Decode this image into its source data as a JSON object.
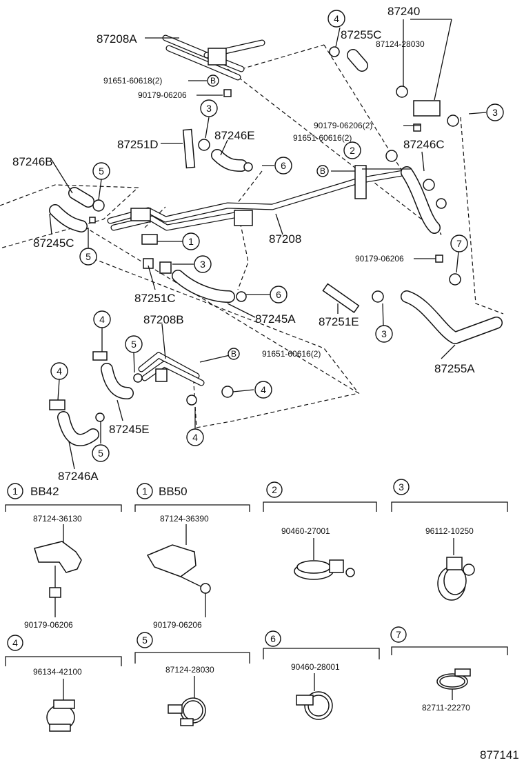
{
  "main_labels": {
    "l87240": "87240",
    "l87208A": "87208A",
    "l87255C": "87255C",
    "l87124_28030_top": "87124-28030",
    "l91651_a": "91651-60618(2)",
    "l90179_a": "90179-06206",
    "l90179_b": "90179-06206(2)",
    "l91651_b": "91651-60616(2)",
    "l87251D": "87251D",
    "l87246E": "87246E",
    "l87246C": "87246C",
    "l87246B": "87246B",
    "l87245C": "87245C",
    "l87208": "87208",
    "l90179_c": "90179-06206",
    "l87251C": "87251C",
    "l87245A": "87245A",
    "l87251E": "87251E",
    "l87208B": "87208B",
    "l91651_c": "91651-60616(2)",
    "l87255A": "87255A",
    "l87245E": "87245E",
    "l87246A": "87246A"
  },
  "callouts": {
    "c1": "1",
    "c2": "2",
    "c3": "3",
    "c4": "4",
    "c5": "5",
    "c6": "6",
    "c7": "7",
    "cb": "B"
  },
  "legend": {
    "p1a_title": "BB42",
    "p1a_part": "87124-36130",
    "p1a_sub": "90179-06206",
    "p1b_title": "BB50",
    "p1b_part": "87124-36390",
    "p1b_sub": "90179-06206",
    "p2_part": "90460-27001",
    "p3_part": "96112-10250",
    "p4_part": "96134-42100",
    "p5_part": "87124-28030",
    "p6_part": "90460-28001",
    "p7_part": "82711-22270"
  },
  "figure_id": "877141"
}
